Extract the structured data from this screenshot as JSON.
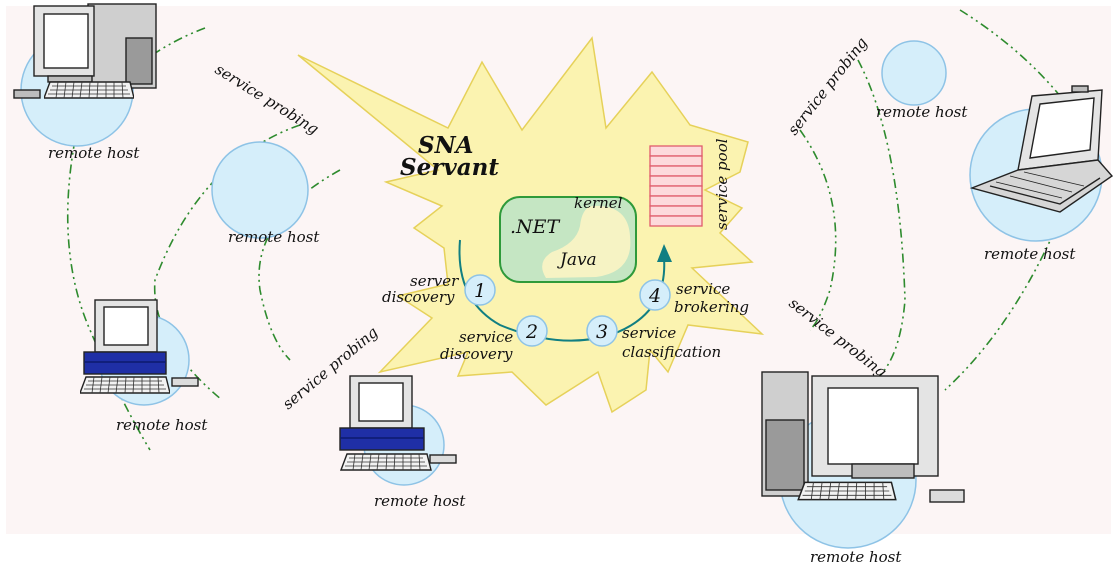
{
  "title_line1": "SNA",
  "title_line2": "Servant",
  "kernel_label": "kernel",
  "net_label": ".NET",
  "java_label": "Java",
  "service_pool_label": "service pool",
  "host_label": "remote host",
  "probing_label": "service probing",
  "steps": [
    {
      "num": "1",
      "line1": "server",
      "line2": "discovery"
    },
    {
      "num": "2",
      "line1": "service",
      "line2": "discovery"
    },
    {
      "num": "3",
      "line1": "service",
      "line2": "classification"
    },
    {
      "num": "4",
      "line1": "service",
      "line2": "brokering"
    }
  ],
  "colors": {
    "background": "#fcf5f5",
    "burst_fill": "#fbf3b0",
    "burst_stroke": "#e6d15a",
    "host_circle": "#d5eefa",
    "host_circle_stroke": "#8ec3e6",
    "kernel_fill": "#c5e6c3",
    "kernel_stroke": "#2f9a3a",
    "java_fill": "#f6f3c4",
    "pool_stroke": "#e05c6c",
    "pool_fill": "#fdd9dc",
    "cycle_stroke": "#117f82",
    "probe_line": "#2e8b2e",
    "monitor_blue": "#1f2fa6"
  }
}
